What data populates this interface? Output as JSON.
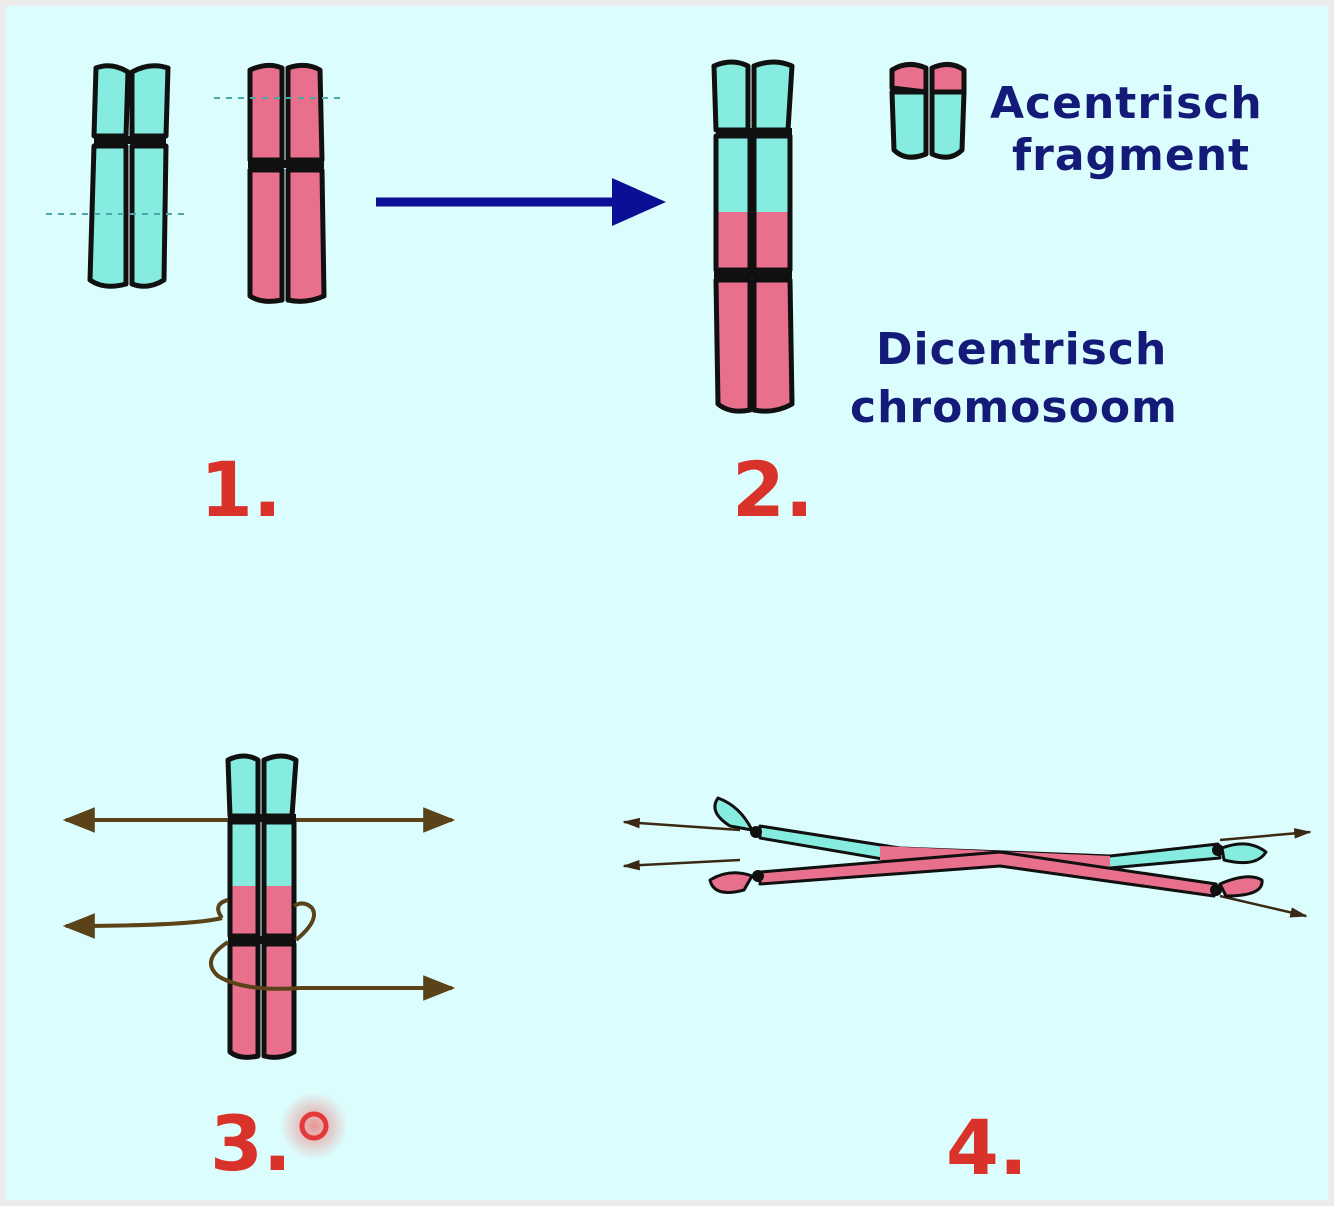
{
  "colors": {
    "background": "#dcfdfd",
    "frame": "#ececec",
    "cyan": "#86ecdf",
    "pink": "#e9708c",
    "outline": "#101010",
    "arrow_blue": "#0a0f96",
    "text_blue": "#141a78",
    "number_red": "#d8322a",
    "spindle_brown": "#5a4318",
    "cursor_red": "#e23a3a"
  },
  "labels": {
    "acentric_line1": "Acentrisch",
    "acentric_line2": "fragment",
    "dicentric_line1": "Dicentrisch",
    "dicentric_line2": "chromosoom"
  },
  "steps": [
    "1.",
    "2.",
    "3.",
    "4."
  ]
}
